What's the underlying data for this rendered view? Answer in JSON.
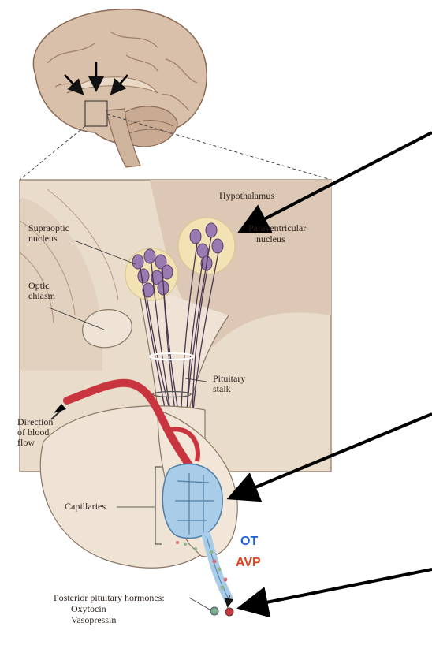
{
  "labels": {
    "hypothalamus": "Hypothalamus",
    "supraoptic": "Supraoptic\nnucleus",
    "paraventricular_a": "Paraventricular",
    "paraventricular_b": "nucleus",
    "optic": "Optic\nchiasm",
    "stalk": "Pituitary\nstalk",
    "blood": "Direction\nof blood\nflow",
    "capillaries": "Capillaries",
    "posterior": "Posterior pituitary hormones:",
    "oxytocin": "Oxytocin",
    "vasopressin": "Vasopressin"
  },
  "hormones": {
    "ot": "OT",
    "avp": "AVP",
    "ot_color": "#1f5fd6",
    "avp_color": "#e0401f"
  },
  "colors": {
    "background": "#ffffff",
    "tissue": "#e9dccb",
    "brain": "#d9c0aa",
    "neuron": "#9a7ab0",
    "artery": "#c8353e",
    "capillary": "#a9cde8",
    "arrow": "#000000"
  },
  "icons": {
    "annotation_arrow": "long-black-arrow-icon"
  }
}
